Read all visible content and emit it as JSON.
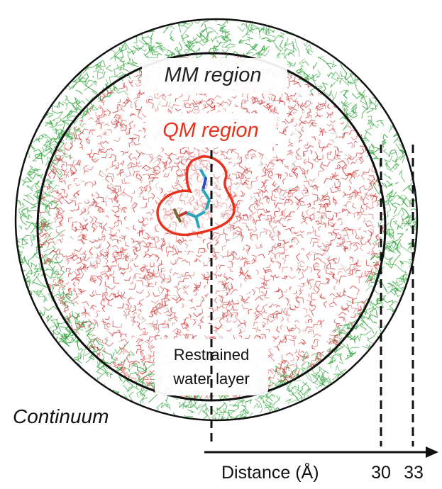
{
  "labels": {
    "mm_region": "MM region",
    "qm_region": "QM region",
    "restrained_line1": "Restrained",
    "restrained_line2": "water layer",
    "continuum": "Continuum",
    "axis_label": "Distance (Å)",
    "tick_30": "30",
    "tick_33": "33"
  },
  "colors": {
    "qm_accent": "#e8321e",
    "mm_water": "#3aa845",
    "qm_water": "#d23a3a",
    "boundary": "#111111",
    "solute_cyan": "#2aa6b8",
    "solute_blue": "#2850c8"
  }
}
